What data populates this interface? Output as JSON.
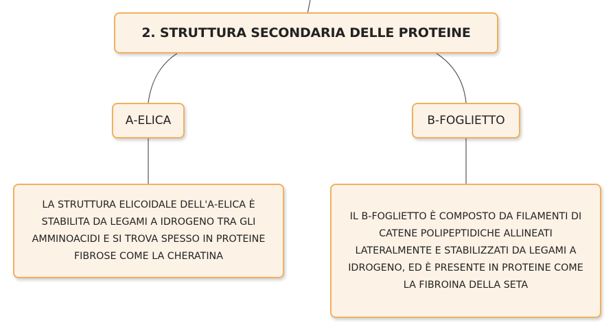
{
  "title": "2. STRUTTURA SECONDARIA DELLE PROTEINE",
  "branches": [
    {
      "label": "α-ELICA",
      "description": "LA STRUTTURA ELICOIDALE DELL'α-ELICA È STABILITA DA LEGAMI A IDROGENO TRA GLI AMMINOACIDI E SI TROVA SPESSO IN PROTEINE FIBROSE COME LA CHERATINA"
    },
    {
      "label": "β-FOGLIETTO",
      "description": "IL β-FOGLIETTO È COMPOSTO DA FILAMENTI DI CATENE POLIPEPTIDICHE ALLINEATI LATERALMENTE E STABILIZZATI DA LEGAMI A IDROGENO, ED È PRESENTE IN PROTEINE COME LA FIBROINA DELLA SETA"
    }
  ],
  "colors": {
    "node_fill": "#fdf2e6",
    "node_border": "#f0b060",
    "connector": "#555555"
  }
}
